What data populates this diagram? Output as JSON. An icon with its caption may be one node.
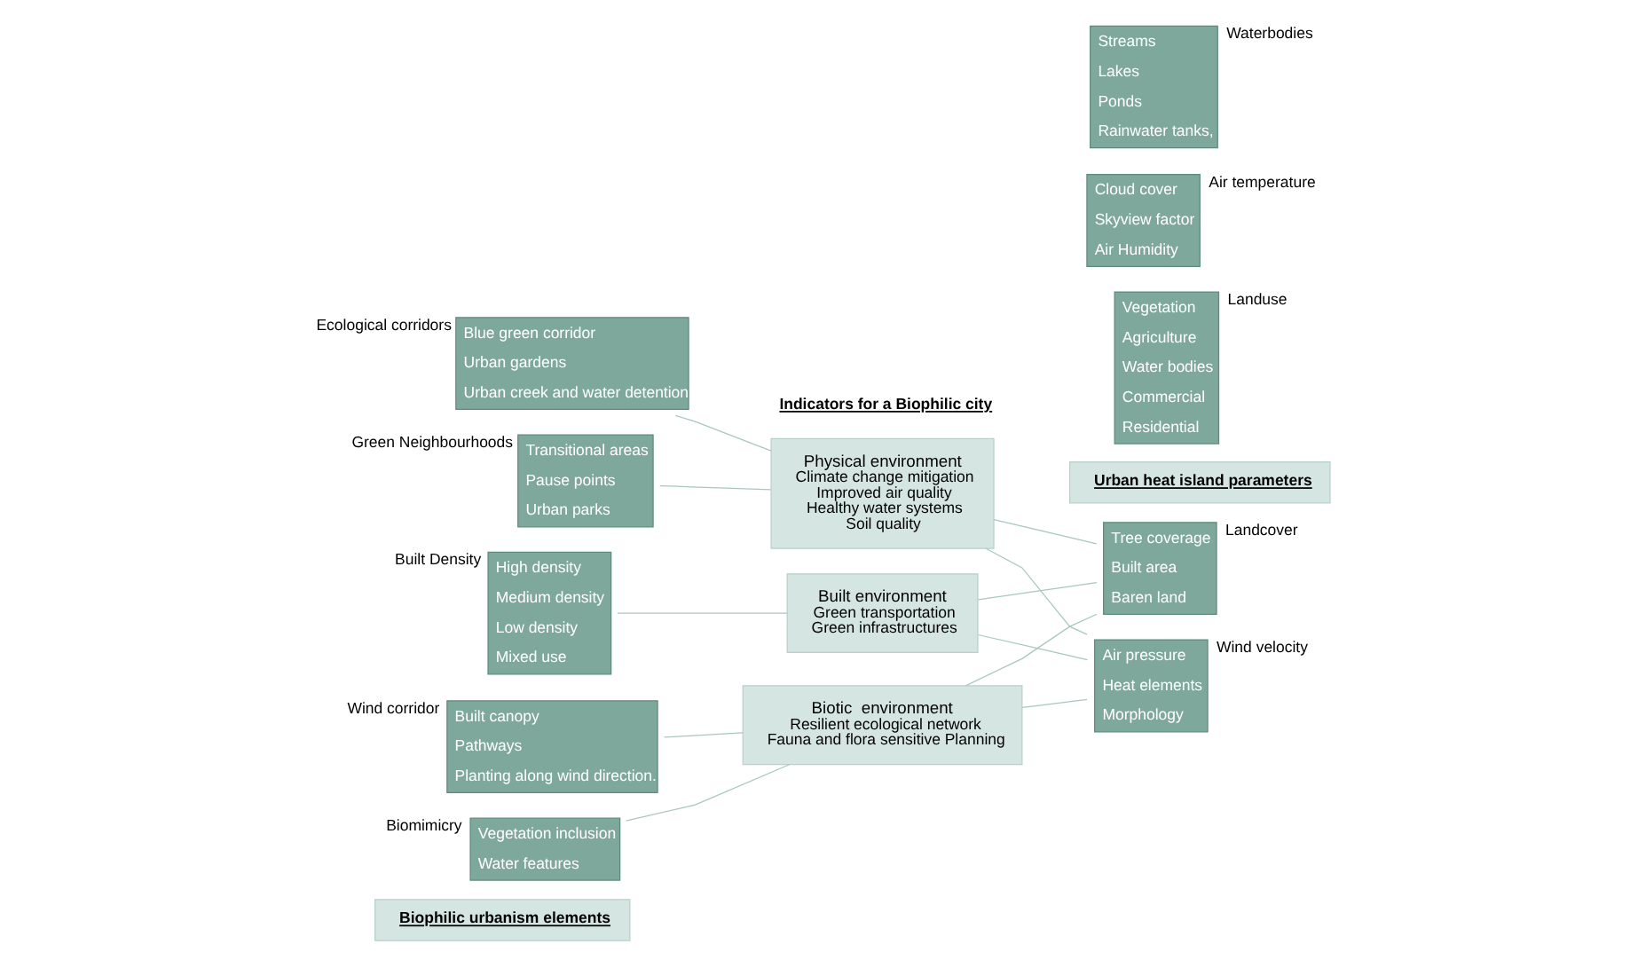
{
  "diagram": {
    "nodes": [
      {
        "text": [
          "Biophilic urbanism elements"
        ]
      },
      {
        "text": [
          "Transitional areas",
          "Pause points",
          "Urban parks"
        ],
        "beside": [
          "Green Neighbourhoods"
        ]
      },
      {
        "text": [
          "Blue green corridor",
          "Urban gardens",
          "Urban creek and water detention"
        ],
        "beside": [
          "Ecological corridors"
        ]
      },
      {
        "text": [
          "High density",
          "Medium density",
          "Low density",
          "Mixed use"
        ],
        "beside": [
          "Built Density"
        ]
      },
      {
        "text": [
          "Vegetation inclusion",
          "Water features"
        ],
        "beside": [
          "Biomimicry"
        ]
      },
      {
        "text": [
          "Built canopy",
          "Pathways",
          "Planting along wind direction."
        ],
        "beside": [
          "Wind corridor"
        ]
      },
      {
        "text": [
          "Physical environment",
          "Climate change mitigation",
          "Improved air quality",
          "Healthy water systems",
          "Soil quality"
        ]
      },
      {
        "text": [
          "Built environment",
          "Green transportation",
          "Green infrastructures"
        ]
      },
      {
        "text": [
          "Biotic  environment",
          "Resilient ecological network",
          "Fauna and flora sensitive Planning"
        ]
      },
      {
        "text": [
          "Urban heat island parameters"
        ]
      },
      {
        "text": [
          "Tree coverage",
          "Built area",
          "Baren land"
        ],
        "beside": [
          "Landcover"
        ]
      },
      {
        "text": [
          "Vegetation",
          "Agriculture",
          "Water bodies",
          "Commercial",
          "Residential"
        ],
        "beside": [
          "Landuse"
        ]
      },
      {
        "text": [
          "Cloud cover",
          "Skyview factor",
          "Air Humidity"
        ],
        "beside": [
          "Air temperature"
        ]
      },
      {
        "text": [
          "Streams",
          "Lakes",
          "Ponds",
          "Rainwater tanks,"
        ],
        "beside": [
          "Waterbodies"
        ]
      },
      {
        "text": [
          "Air pressure",
          "Heat elements",
          "Morphology"
        ],
        "beside": [
          "Wind velocity"
        ]
      }
    ],
    "edges": [
      {
        "from": 1,
        "to": 6,
        "arrow": "none"
      },
      {
        "from": 2,
        "to": 6,
        "arrow": "none"
      },
      {
        "from": 3,
        "to": 7,
        "arrow": "none"
      },
      {
        "from": 4,
        "to": 8,
        "arrow": "none"
      },
      {
        "from": 5,
        "to": 8,
        "arrow": "none"
      },
      {
        "from": 6,
        "to": 10,
        "arrow": "none"
      },
      {
        "from": 6,
        "to": 14,
        "arrow": "none"
      },
      {
        "from": 7,
        "to": 10,
        "arrow": "none"
      },
      {
        "from": 7,
        "to": 14,
        "arrow": "none"
      },
      {
        "from": 8,
        "to": 10,
        "arrow": "none"
      },
      {
        "from": 8,
        "to": 14,
        "arrow": "none"
      }
    ],
    "labels": [
      "Indicators for a Biophilic city"
    ]
  }
}
